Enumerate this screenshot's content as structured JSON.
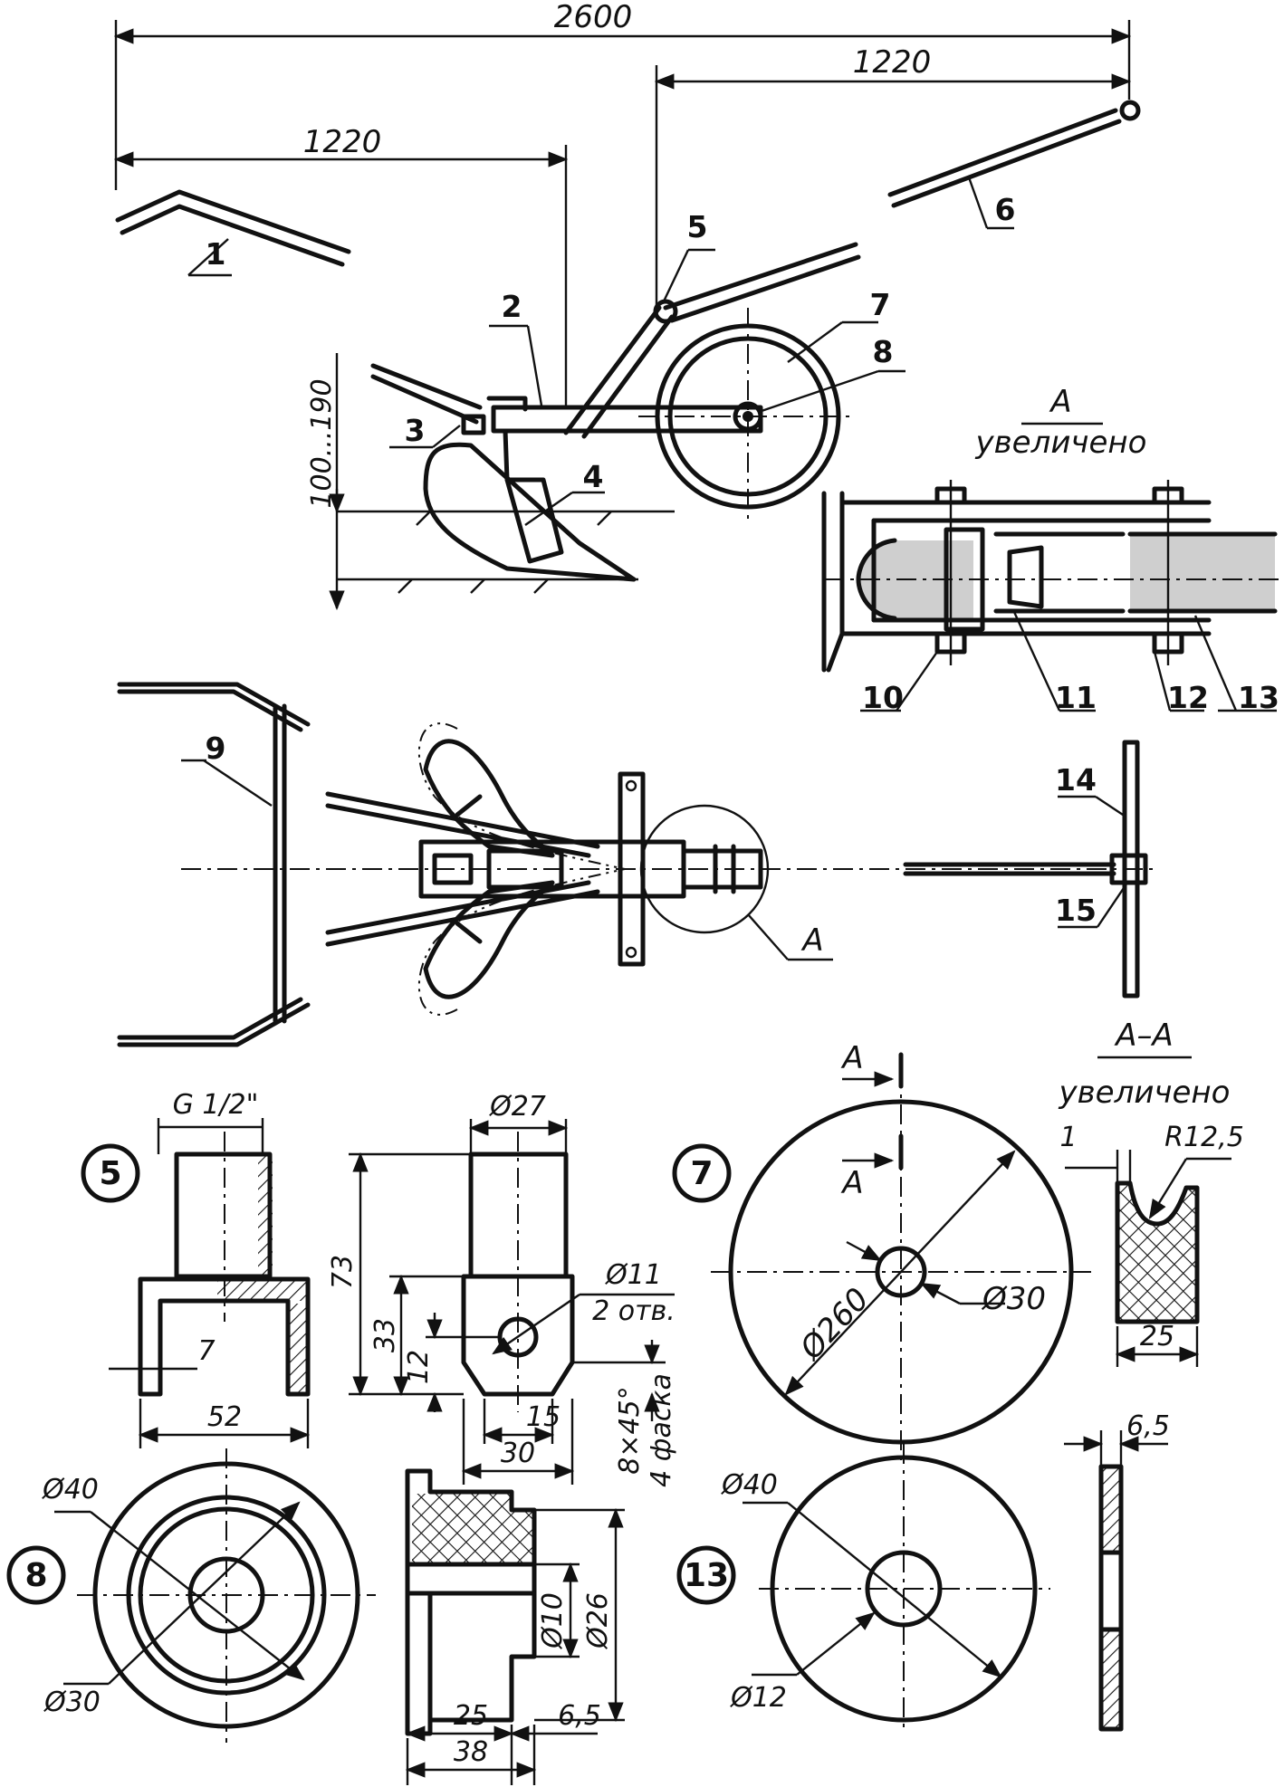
{
  "dimensions": {
    "overall_length": "2600",
    "handle_length_left": "1220",
    "handle_length_right": "1220",
    "depth_range": "100...190",
    "bracket_thread": "G 1/2\"",
    "bracket_diameter": "Ø27",
    "bracket_height": "73",
    "bracket_slot_height": "33",
    "bracket_hole_offset": "12",
    "bracket_hole_diameter": "Ø11",
    "bracket_hole_count": "2 отв.",
    "bracket_wall": "7",
    "bracket_width": "52",
    "bracket_inner": "15",
    "bracket_outer": "30",
    "bracket_chamfer": "8×45°",
    "bracket_chamfer_count": "4 фаска",
    "wheel_diameter": "Ø260",
    "wheel_bore": "Ø30",
    "section_groove": "1",
    "section_radius": "R12,5",
    "section_width": "25",
    "hub_outer": "Ø40",
    "hub_inner": "Ø30",
    "hub_bore": "Ø10",
    "hub_flange": "Ø26",
    "hub_length_a": "25",
    "hub_length_b": "6,5",
    "hub_length_total": "38",
    "washer_outer": "Ø40",
    "washer_bore": "Ø12",
    "washer_thickness": "6,5"
  },
  "views": {
    "detail_a_label": "A",
    "detail_a_caption": "увеличено",
    "section_label": "A–A",
    "section_caption": "увеличено",
    "cut_mark_top": "A",
    "cut_mark_bottom": "A",
    "plan_detail_mark": "A"
  },
  "callouts": [
    "1",
    "2",
    "3",
    "4",
    "5",
    "6",
    "7",
    "8",
    "9",
    "10",
    "11",
    "12",
    "13",
    "14",
    "15"
  ],
  "detail_numbers": {
    "bracket": "5",
    "wheel": "7",
    "hub": "8",
    "washer": "13"
  }
}
